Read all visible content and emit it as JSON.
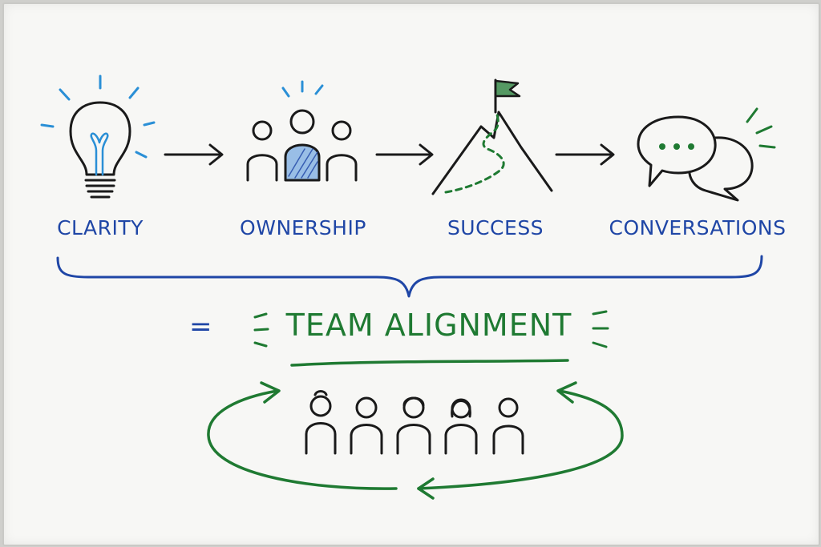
{
  "steps": [
    {
      "label": "CLARITY",
      "icon": "lightbulb-icon"
    },
    {
      "label": "OWNERSHIP",
      "icon": "team-owner-icon"
    },
    {
      "label": "SUCCESS",
      "icon": "mountain-flag-icon"
    },
    {
      "label": "CONVERSATIONS",
      "icon": "speech-bubbles-icon"
    }
  ],
  "result": {
    "equals": "=",
    "title": "TEAM ALIGNMENT"
  },
  "colors": {
    "blue": "#1f46a6",
    "green": "#1f7a32",
    "ink": "#1a1a1a",
    "light_blue": "#2a8fd6"
  }
}
